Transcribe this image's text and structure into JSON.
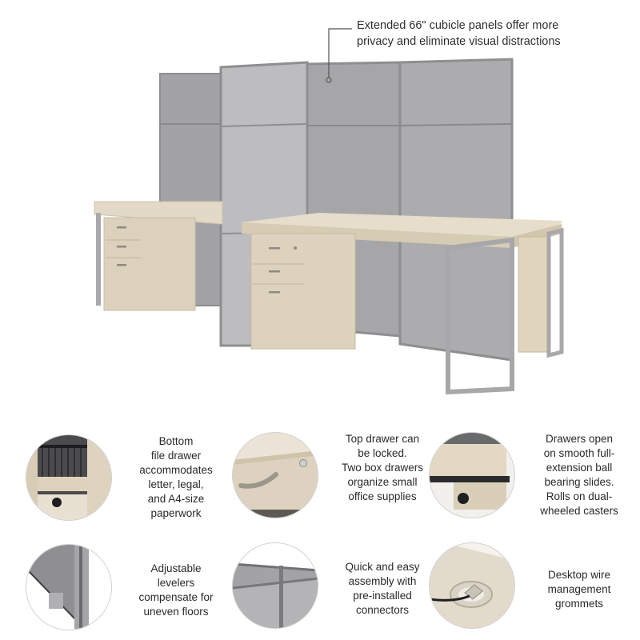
{
  "hero": {
    "callout": {
      "lines": [
        "Extended 66\" cubicle panels offer more",
        "privacy and eliminate visual distractions"
      ]
    },
    "colors": {
      "panel_light": "#b9b9bb",
      "panel_dark": "#9c9c9e",
      "frame": "#8e8e90",
      "desktop": "#e4dccb",
      "desktop_edge": "#d2c7b0",
      "pedestal": "#ddd3c1",
      "leg": "#a9a9ab"
    }
  },
  "features": [
    {
      "id": "file-drawer",
      "lines": [
        "Bottom",
        "file drawer",
        "accommodates",
        "letter, legal,",
        "and A4-size",
        "paperwork"
      ]
    },
    {
      "id": "locking-drawer",
      "lines": [
        "Top drawer can",
        "be locked.",
        "Two box drawers",
        "organize small",
        "office supplies"
      ]
    },
    {
      "id": "ball-bearing-slides",
      "lines": [
        "Drawers open",
        "on smooth full-",
        "extension ball",
        "bearing slides.",
        "Rolls on dual-",
        "wheeled casters"
      ]
    },
    {
      "id": "adjustable-levelers",
      "lines": [
        "Adjustable",
        "levelers",
        "compensate for",
        "uneven floors"
      ]
    },
    {
      "id": "quick-assembly",
      "lines": [
        "Quick and easy",
        "assembly with",
        "pre-installed",
        "connectors"
      ]
    },
    {
      "id": "wire-grommets",
      "lines": [
        "Desktop wire",
        "management",
        "grommets"
      ]
    }
  ]
}
